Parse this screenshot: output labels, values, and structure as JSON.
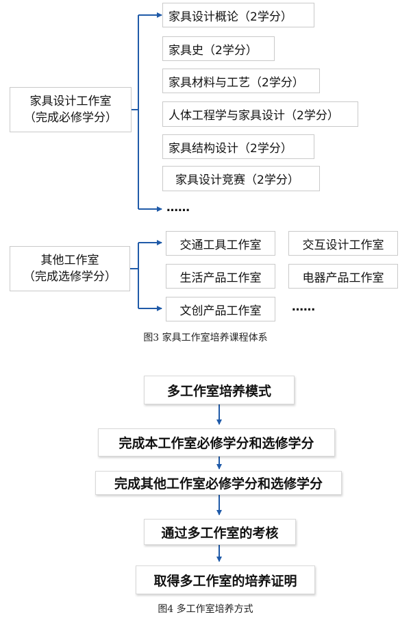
{
  "figure3": {
    "root1": {
      "line1": "家具设计工作室",
      "line2": "（完成必修学分）"
    },
    "root1_courses": [
      "家具设计概论（2学分）",
      "家具史（2学分）",
      "家具材料与工艺（2学分）",
      "人体工程学与家具设计（2学分）",
      "家具结构设计（2学分）",
      "家具设计竞赛（2学分）"
    ],
    "root1_more": "……",
    "root2": {
      "line1": "其他工作室",
      "line2": "（完成选修学分）"
    },
    "studios_col1": [
      "交通工具工作室",
      "生活产品工作室",
      "文创产品工作室"
    ],
    "studios_col2": [
      "交互设计工作室",
      "电器产品工作室"
    ],
    "root2_more": "……",
    "caption": "图3 家具工作室培养课程体系"
  },
  "figure4": {
    "steps": [
      "多工作室培养模式",
      "完成本工作室必修学分和选修学分",
      "完成其他工作室必修学分和选修学分",
      "通过多工作室的考核",
      "取得多工作室的培养证明"
    ],
    "caption": "图4 多工作室培养方式"
  },
  "colors": {
    "connector": "#1f5aa8",
    "box_border": "#c9c9c9"
  }
}
